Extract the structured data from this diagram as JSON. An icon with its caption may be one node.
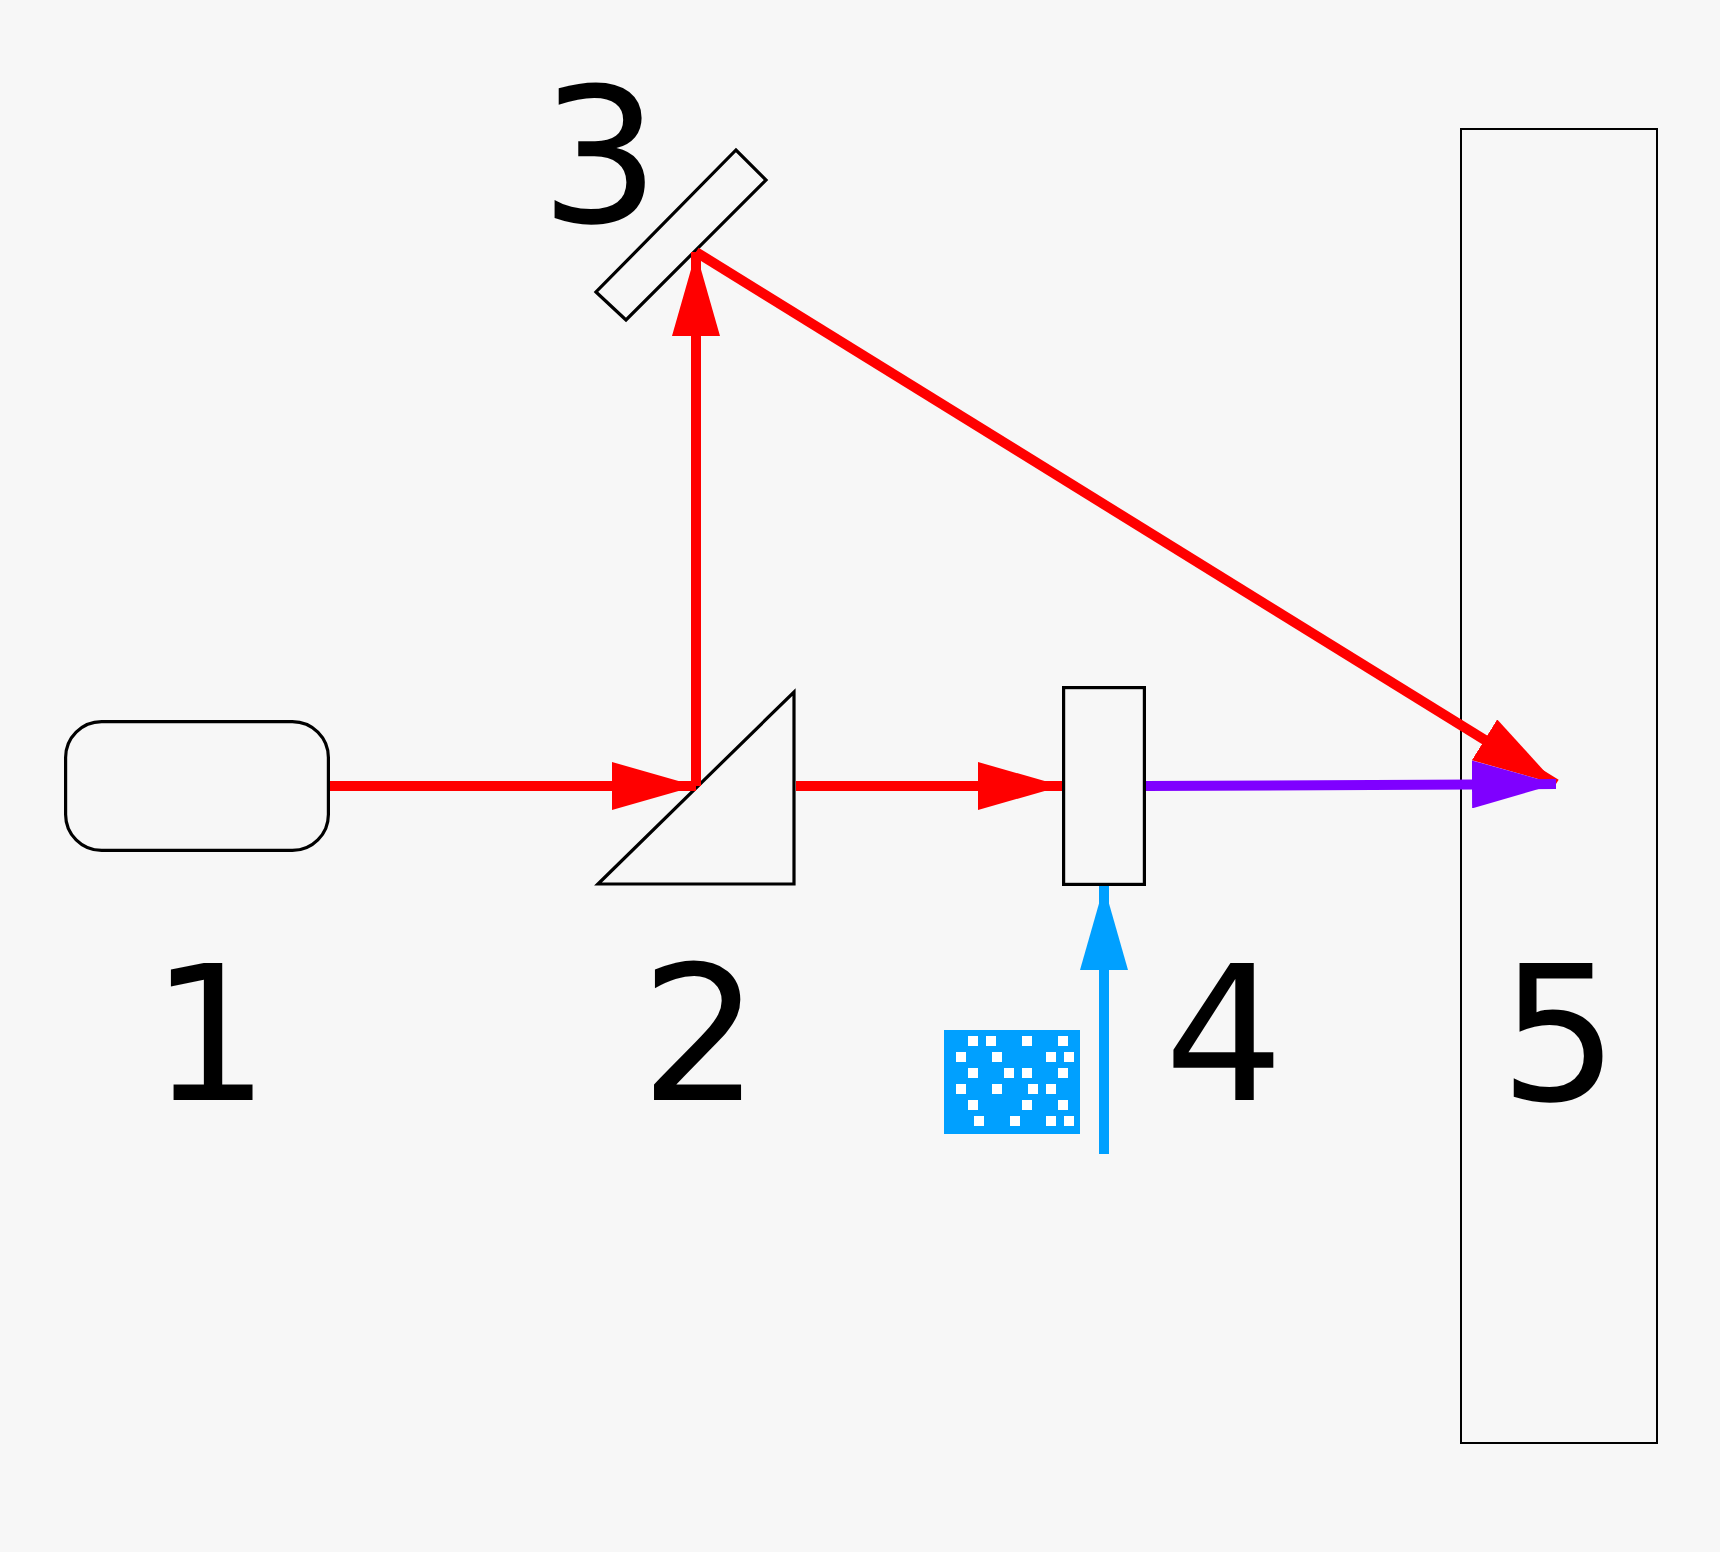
{
  "diagram": {
    "nodes": [
      {
        "text": [],
        "shape": "box",
        "beside": [
          "1"
        ]
      },
      {
        "text": [],
        "shape": "triangle",
        "beside": [
          "2"
        ]
      },
      {
        "text": [],
        "shape": "bar",
        "beside": [
          "3"
        ]
      },
      {
        "text": [],
        "shape": "box",
        "beside": [
          "4"
        ]
      },
      {
        "text": [
          "5"
        ]
      }
    ],
    "edges": [
      {
        "from": 0,
        "to": 1,
        "arrow": "to",
        "color": "#ff0000"
      },
      {
        "from": 1,
        "to": 2,
        "arrow": "to",
        "color": "#ff0000"
      },
      {
        "from": 1,
        "to": 3,
        "arrow": "to",
        "color": "#ff0000"
      },
      {
        "from": 2,
        "to": 4,
        "arrow": "to",
        "color": "#ff0000"
      },
      {
        "from": 3,
        "to": 4,
        "arrow": "to",
        "color": "#7f00ff"
      },
      {
        "from": null,
        "to": 3,
        "arrow": "to",
        "color": "#00a0ff"
      }
    ]
  }
}
